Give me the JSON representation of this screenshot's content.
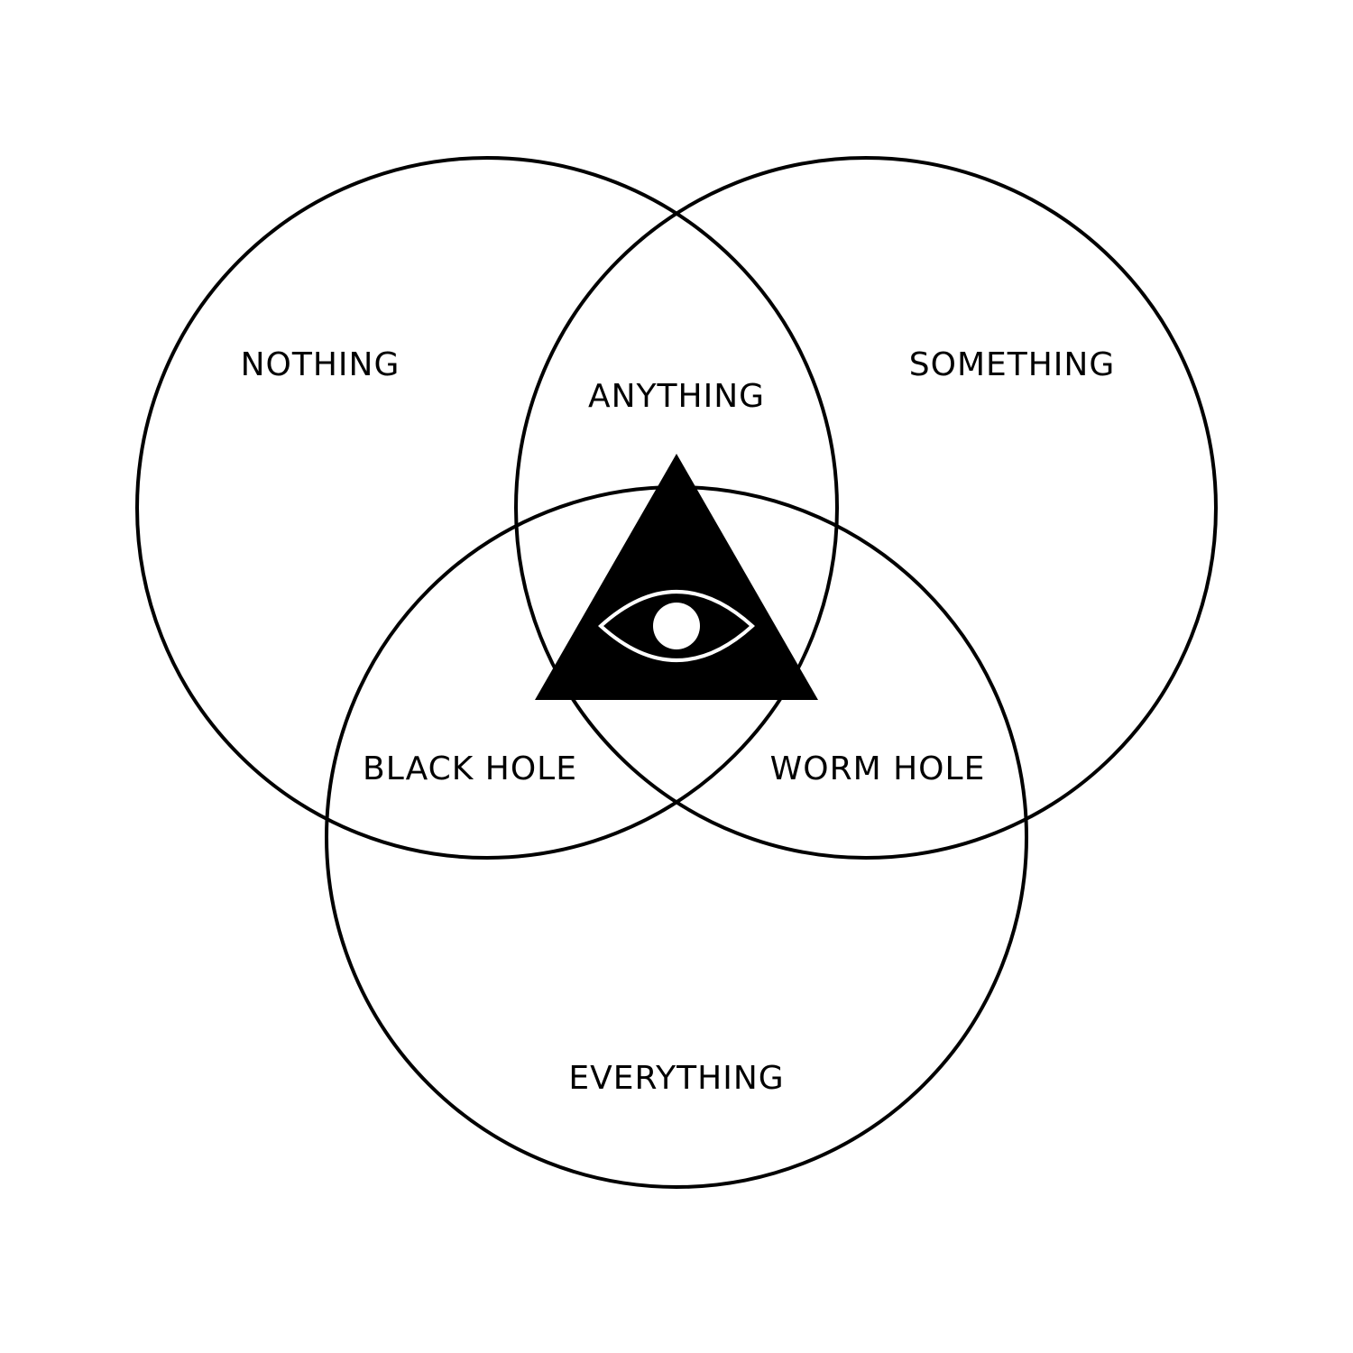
{
  "diagram": {
    "type": "venn",
    "colors": {
      "background": "#ffffff",
      "stroke": "#000000",
      "symbol_fill": "#000000",
      "eye_fill": "#ffffff"
    },
    "sets": [
      {
        "id": "nothing",
        "label": "NOTHING"
      },
      {
        "id": "something",
        "label": "SOMETHING"
      },
      {
        "id": "everything",
        "label": "EVERYTHING"
      }
    ],
    "intersections": [
      {
        "sets": [
          "nothing",
          "something"
        ],
        "label": "ANYTHING"
      },
      {
        "sets": [
          "nothing",
          "everything"
        ],
        "label": "BLACK HOLE"
      },
      {
        "sets": [
          "something",
          "everything"
        ],
        "label": "WORM HOLE"
      },
      {
        "sets": [
          "nothing",
          "something",
          "everything"
        ],
        "symbol": "eye-of-providence-icon"
      }
    ]
  }
}
